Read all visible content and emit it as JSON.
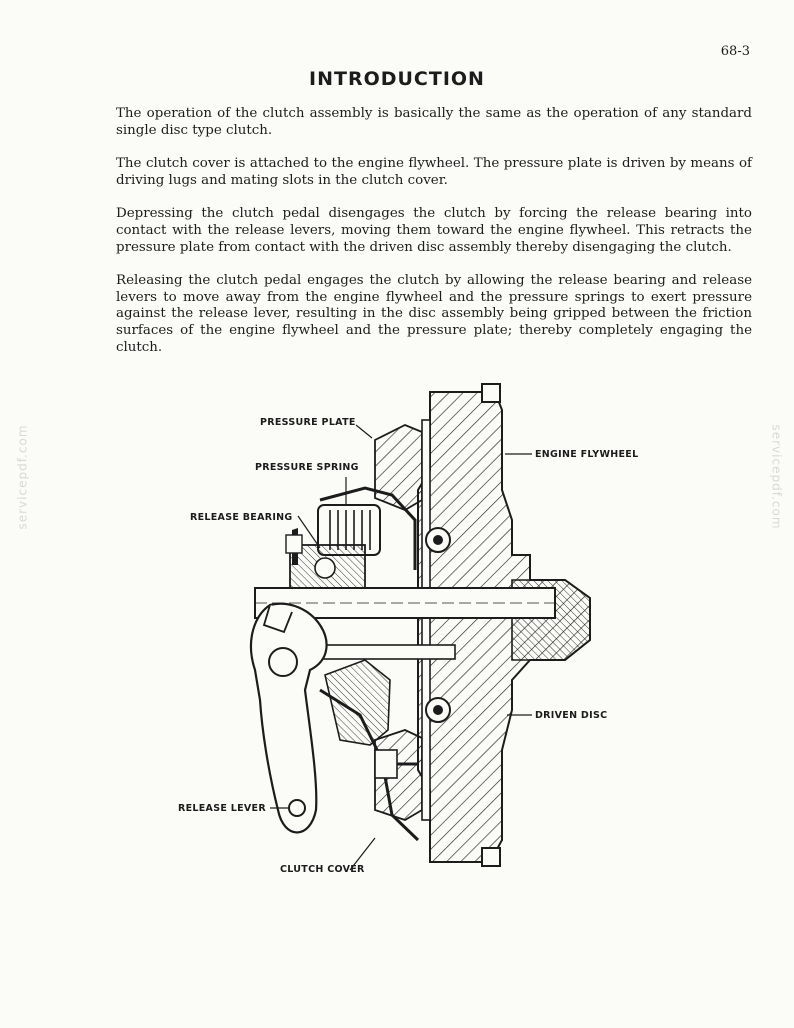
{
  "header": {
    "page_number": "68-3"
  },
  "title": "INTRODUCTION",
  "paragraphs": [
    "The operation of the clutch assembly is basically the same as the operation of any standard single disc type clutch.",
    "The clutch cover is attached to the engine flywheel. The pressure plate is driven by means of driving lugs and mating slots in the clutch cover.",
    "Depressing the clutch pedal disengages the clutch by forcing the release bearing into contact with the release levers, moving them toward the engine flywheel. This retracts the pressure plate from contact with the driven disc assembly thereby disengaging the clutch.",
    "Releasing the clutch pedal engages the clutch by allowing the release bearing and release levers to move away from the engine flywheel and the pressure springs to exert pressure against the release lever, resulting in the disc assembly being gripped between the friction surfaces of the engine flywheel and the pressure plate; thereby completely engaging the clutch."
  ],
  "figure": {
    "labels": {
      "pressure_plate": "PRESSURE PLATE",
      "engine_flywheel": "ENGINE FLYWHEEL",
      "pressure_spring": "PRESSURE SPRING",
      "release_bearing": "RELEASE BEARING",
      "driven_disc": "DRIVEN DISC",
      "release_lever": "RELEASE LEVER",
      "clutch_cover": "CLUTCH COVER"
    }
  },
  "watermark": "servicepdf.com"
}
